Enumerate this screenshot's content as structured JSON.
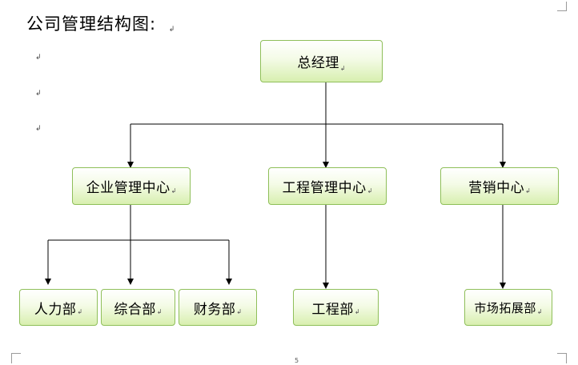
{
  "page": {
    "title": "公司管理结构图:",
    "title_mark": "↲",
    "empty_paragraph_marks": [
      "↲",
      "↲",
      "↲"
    ],
    "page_number": "5"
  },
  "org_chart": {
    "root": {
      "label": "总经理",
      "mark": "↲"
    },
    "centers": [
      {
        "label": "企业管理中心",
        "mark": "↲"
      },
      {
        "label": "工程管理中心",
        "mark": "↲"
      },
      {
        "label": "营销中心",
        "mark": "↲"
      }
    ],
    "departments": [
      {
        "label": "人力部",
        "mark": "↲",
        "parent": "企业管理中心"
      },
      {
        "label": "综合部",
        "mark": "↲",
        "parent": "企业管理中心"
      },
      {
        "label": "财务部",
        "mark": "↲",
        "parent": "企业管理中心"
      },
      {
        "label": "工程部",
        "mark": "↲",
        "parent": "工程管理中心"
      },
      {
        "label": "市场拓展部",
        "mark": "↲",
        "parent": "营销中心"
      }
    ],
    "colors": {
      "box_border": "#8fbf5a",
      "box_fill_top": "#ffffff",
      "box_fill_bottom": "#d8efaf",
      "connector": "#000000"
    }
  }
}
